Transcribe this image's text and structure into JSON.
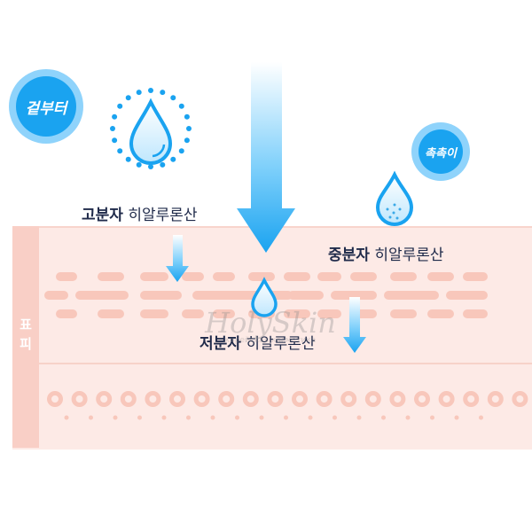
{
  "badges": {
    "left": "겉부터",
    "right": "촉촉이"
  },
  "side_label": [
    "표",
    "피"
  ],
  "labels": {
    "high": {
      "bold": "고분자",
      "rest": "히알루론산"
    },
    "mid": {
      "bold": "중분자",
      "rest": "히알루론산"
    },
    "low": {
      "bold": "저분자",
      "rest": "히알루론산"
    }
  },
  "watermark": {
    "brand": "HolySkin",
    "subtitle": "корейская косметика"
  },
  "colors": {
    "blue": "#1aa3f0",
    "skin": "#fdeae6",
    "skin_dark": "#f9cfc6",
    "text": "#1f2a4a"
  }
}
